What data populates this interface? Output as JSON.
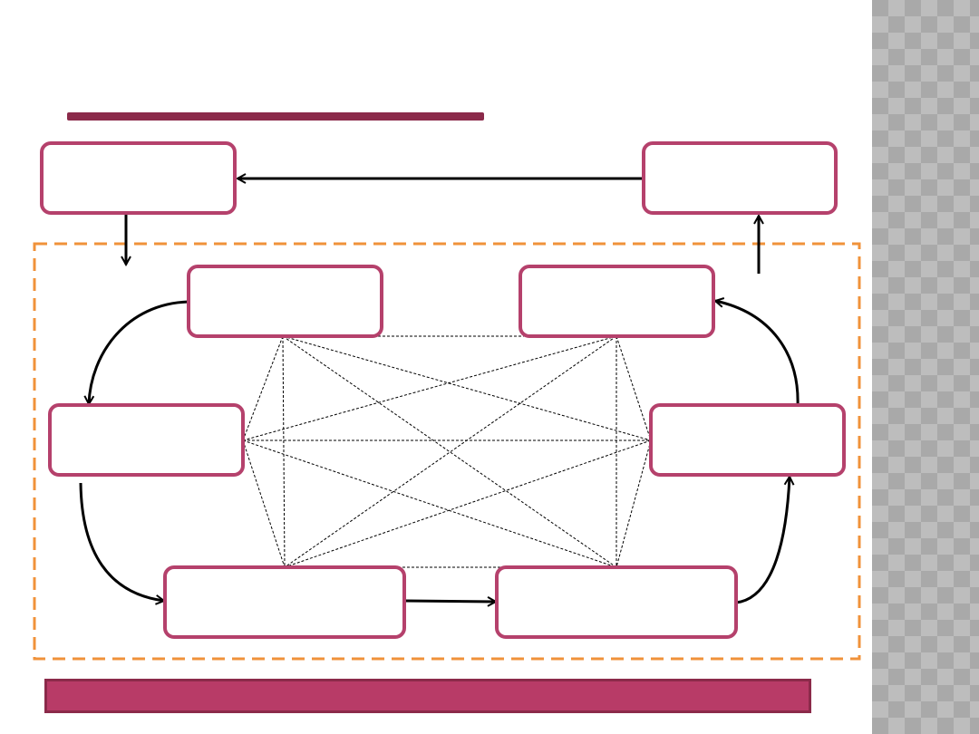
{
  "slide": {
    "title": "",
    "footer_text": ""
  },
  "colors": {
    "node_border": "#b5416c",
    "dashed_frame": "#f0923a",
    "title_rule": "#8b2a4a",
    "footer_fill": "#b83b67",
    "connector": "#000000"
  },
  "diagram": {
    "nodes": [
      {
        "id": "top-left",
        "label": ""
      },
      {
        "id": "top-right",
        "label": ""
      },
      {
        "id": "inner-top-left",
        "label": ""
      },
      {
        "id": "inner-top-right",
        "label": ""
      },
      {
        "id": "mid-left",
        "label": ""
      },
      {
        "id": "mid-right",
        "label": ""
      },
      {
        "id": "bottom-left",
        "label": ""
      },
      {
        "id": "bottom-right",
        "label": ""
      }
    ]
  }
}
